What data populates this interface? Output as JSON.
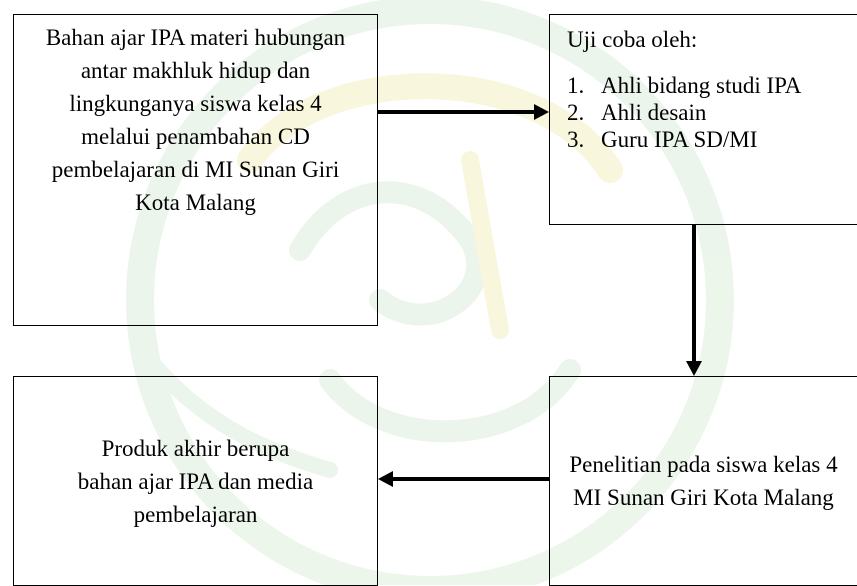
{
  "diagram": {
    "input_box": {
      "text": "Bahan ajar IPA materi hubungan antar makhluk hidup dan lingkunganya siswa kelas 4 melalui penambahan CD pembelajaran di MI Sunan Giri Kota Malang"
    },
    "trial_box": {
      "heading": "Uji coba oleh:",
      "items": [
        {
          "number": "1.",
          "text": "Ahli bidang studi IPA"
        },
        {
          "number": "2.",
          "text": "Ahli desain"
        },
        {
          "number": "3.",
          "text": "Guru IPA SD/MI"
        }
      ]
    },
    "research_box": {
      "text": "Penelitian pada siswa kelas 4 MI Sunan Giri Kota Malang"
    },
    "output_box": {
      "text": "Produk akhir berupa bahan ajar IPA dan media pembelajaran"
    }
  },
  "colors": {
    "line": "#000000",
    "watermark_green": "#d6ead3",
    "watermark_yellow": "#f3ecb8"
  }
}
